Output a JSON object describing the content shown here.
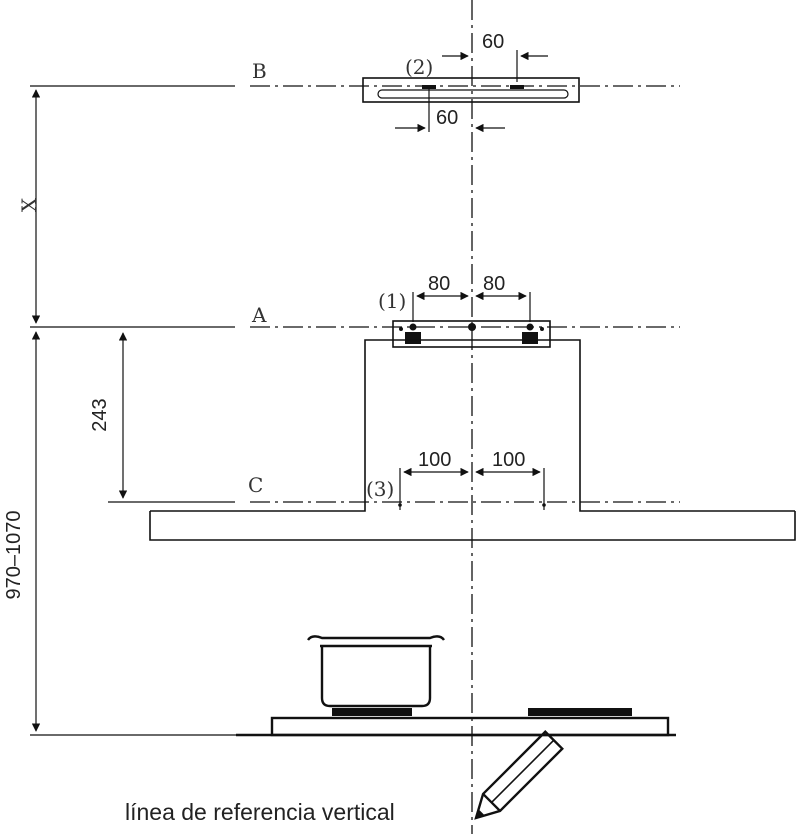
{
  "reference_lines": {
    "b": "B",
    "a": "A",
    "c": "C"
  },
  "dimensions": {
    "x": "X",
    "d243": "243",
    "range": "970–1070",
    "top_offset_upper": "60",
    "top_offset_lower": "60",
    "bracket_left": "80",
    "bracket_right": "80",
    "lower_left": "100",
    "lower_right": "100"
  },
  "callouts": {
    "one": "(1)",
    "two": "(2)",
    "three": "(3)"
  },
  "caption": "línea de referencia vertical",
  "icons": {
    "pencil": "pencil-icon",
    "pot": "cooking-pot-icon"
  }
}
